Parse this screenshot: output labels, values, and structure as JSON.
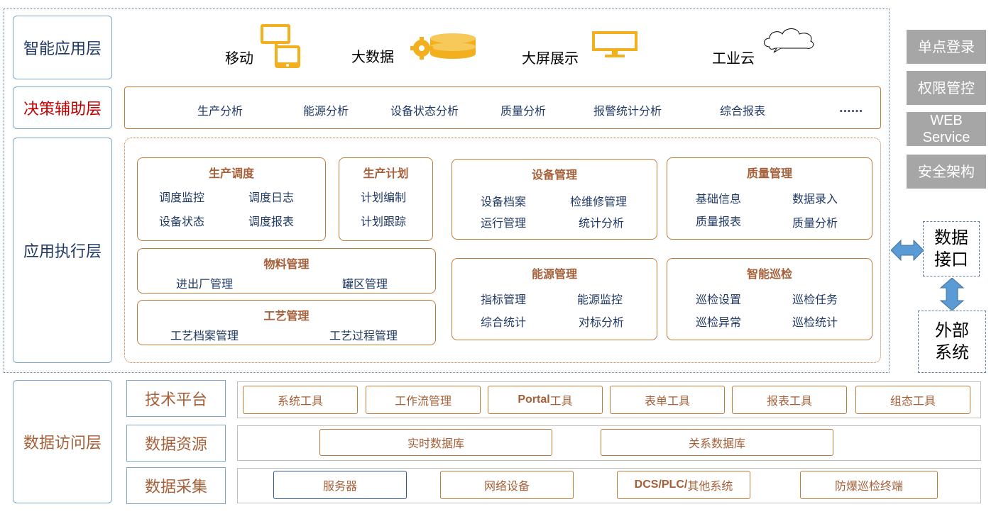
{
  "layers": {
    "smart_app": "智能应用层",
    "decision": "决策辅助层",
    "execution": "应用执行层",
    "data_access": "数据访问层"
  },
  "smart_apps": [
    {
      "label": "移动",
      "icon": "mobile-devices-icon"
    },
    {
      "label": "大数据",
      "icon": "big-data-icon"
    },
    {
      "label": "大屏展示",
      "icon": "monitor-icon"
    },
    {
      "label": "工业云",
      "icon": "cloud-icon"
    }
  ],
  "decision_items": [
    "生产分析",
    "能源分析",
    "设备状态分析",
    "质量分析",
    "报警统计分析",
    "综合报表",
    "......"
  ],
  "modules": {
    "dispatch": {
      "title": "生产调度",
      "items": [
        "调度监控",
        "调度日志",
        "设备状态",
        "调度报表"
      ]
    },
    "plan": {
      "title": "生产计划",
      "items": [
        "计划编制",
        "计划跟踪"
      ]
    },
    "equipment": {
      "title": "设备管理",
      "items": [
        "设备档案",
        "检维修管理",
        "运行管理",
        "统计分析"
      ]
    },
    "quality": {
      "title": "质量管理",
      "items": [
        "基础信息",
        "数据录入",
        "质量报表",
        "质量分析"
      ]
    },
    "material": {
      "title": "物料管理",
      "items": [
        "进出厂管理",
        "罐区管理"
      ]
    },
    "process": {
      "title": "工艺管理",
      "items": [
        "工艺档案管理",
        "工艺过程管理"
      ]
    },
    "energy": {
      "title": "能源管理",
      "items": [
        "指标管理",
        "能源监控",
        "综合统计",
        "对标分析"
      ]
    },
    "inspection": {
      "title": "智能巡检",
      "items": [
        "巡检设置",
        "巡检任务",
        "巡检异常",
        "巡检统计"
      ]
    }
  },
  "data_rows": {
    "tech_platform": {
      "label": "技术平台",
      "tools": [
        {
          "pre": "",
          "bold": "",
          "post": "系统工具"
        },
        {
          "pre": "",
          "bold": "",
          "post": "工作流管理"
        },
        {
          "pre": "",
          "bold": "Portal",
          "post": "工具"
        },
        {
          "pre": "",
          "bold": "",
          "post": "表单工具"
        },
        {
          "pre": "",
          "bold": "",
          "post": "报表工具"
        },
        {
          "pre": "",
          "bold": "",
          "post": "组态工具"
        }
      ]
    },
    "data_resource": {
      "label": "数据资源",
      "items": [
        "实时数据库",
        "关系数据库"
      ]
    },
    "data_collection": {
      "label": "数据采集",
      "items": [
        {
          "pre": "",
          "bold": "",
          "post": "服务器"
        },
        {
          "pre": "",
          "bold": "",
          "post": "网络设备"
        },
        {
          "pre": "",
          "bold": "DCS/PLC/",
          "post": "其他系统"
        },
        {
          "pre": "",
          "bold": "",
          "post": "防爆巡检终端"
        }
      ]
    }
  },
  "side": {
    "buttons": [
      "单点登录",
      "权限管控",
      "WEB Service",
      "安全架构"
    ],
    "web_service_lines": [
      "WEB",
      "Service"
    ],
    "data_interface": [
      "数据",
      "接口"
    ],
    "external_system": [
      "外部",
      "系统"
    ]
  },
  "colors": {
    "navy": "#1f3864",
    "brown": "#a5603a",
    "red": "#c00000",
    "orange_border": "#c07a3a",
    "light_blue_border": "#7aa6cf",
    "gray_button": "#a6a6a6",
    "arrow_blue": "#5b9bd5",
    "icon_gold": "#f2b01e"
  }
}
